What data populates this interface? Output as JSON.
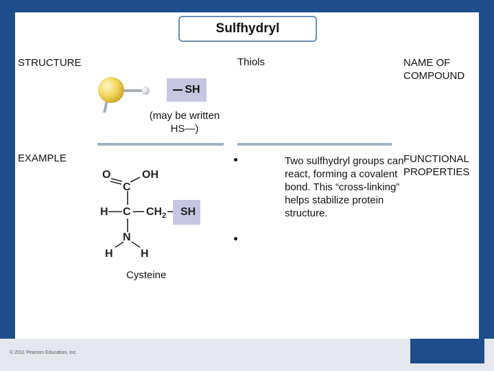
{
  "title": "Sulfhydryl",
  "headers": {
    "structure": "STRUCTURE",
    "compound_class": "Thiols",
    "name_of_compound": "NAME OF COMPOUND",
    "example": "EXAMPLE",
    "functional_properties": "FUNCTIONAL PROPERTIES"
  },
  "structure": {
    "sh_label": "SH",
    "note": "(may be written HS—)"
  },
  "example": {
    "molecule_name": "Cysteine",
    "atoms": {
      "o": "O",
      "c_top": "C",
      "oh": "OH",
      "h_left": "H",
      "c_mid": "C",
      "ch2": "CH",
      "ch2_sub": "2",
      "sh": "SH",
      "n": "N",
      "h_bl": "H",
      "h_br": "H"
    }
  },
  "properties": {
    "text": "Two sulfhydryl groups can react, forming a covalent bond. This “cross-linking” helps stabilize protein structure."
  },
  "copyright": "© 2011 Pearson Education, Inc.",
  "colors": {
    "frame_blue": "#1e4d8c",
    "highlight": "#c6c6e0",
    "sulfur_yellow": "#f2d65a",
    "divider": "#9fb2c4"
  }
}
